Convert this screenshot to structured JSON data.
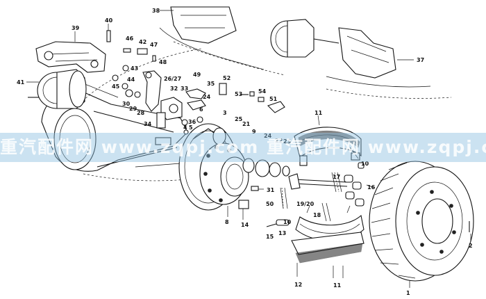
{
  "watermark_text": "重汽配件网 www.zqpj.com 重汽配件网 www.zqpj.com 重汽配件网 www.zqpj.com",
  "callouts": {
    "c1": "1",
    "c2": "2",
    "c3": "3",
    "c4": "4",
    "c5": "5",
    "c6": "6",
    "c8": "8",
    "c9": "9",
    "c10a": "10",
    "c10b": "10",
    "c11a": "11",
    "c11b": "11",
    "c12": "12",
    "c13": "13",
    "c14": "14",
    "c15": "15",
    "c16": "16",
    "c17": "17",
    "c18": "18",
    "c1920": "19/20",
    "c21": "21",
    "c22": "22",
    "c23": "23",
    "c24a": "24",
    "c24b": "24",
    "c25": "25",
    "c2627": "26/27",
    "c28": "28",
    "c29": "29",
    "c30": "30",
    "c31": "31",
    "c32": "32",
    "c33": "33",
    "c34": "34",
    "c35": "35",
    "c36": "36",
    "c37": "37",
    "c38": "38",
    "c39": "39",
    "c40": "40",
    "c41": "41",
    "c42": "42",
    "c43": "43",
    "c44": "44",
    "c45": "45",
    "c46": "46",
    "c47": "47",
    "c48": "48",
    "c49": "49",
    "c50": "50",
    "c51": "51",
    "c52": "52",
    "c53": "53",
    "c54": "54"
  }
}
